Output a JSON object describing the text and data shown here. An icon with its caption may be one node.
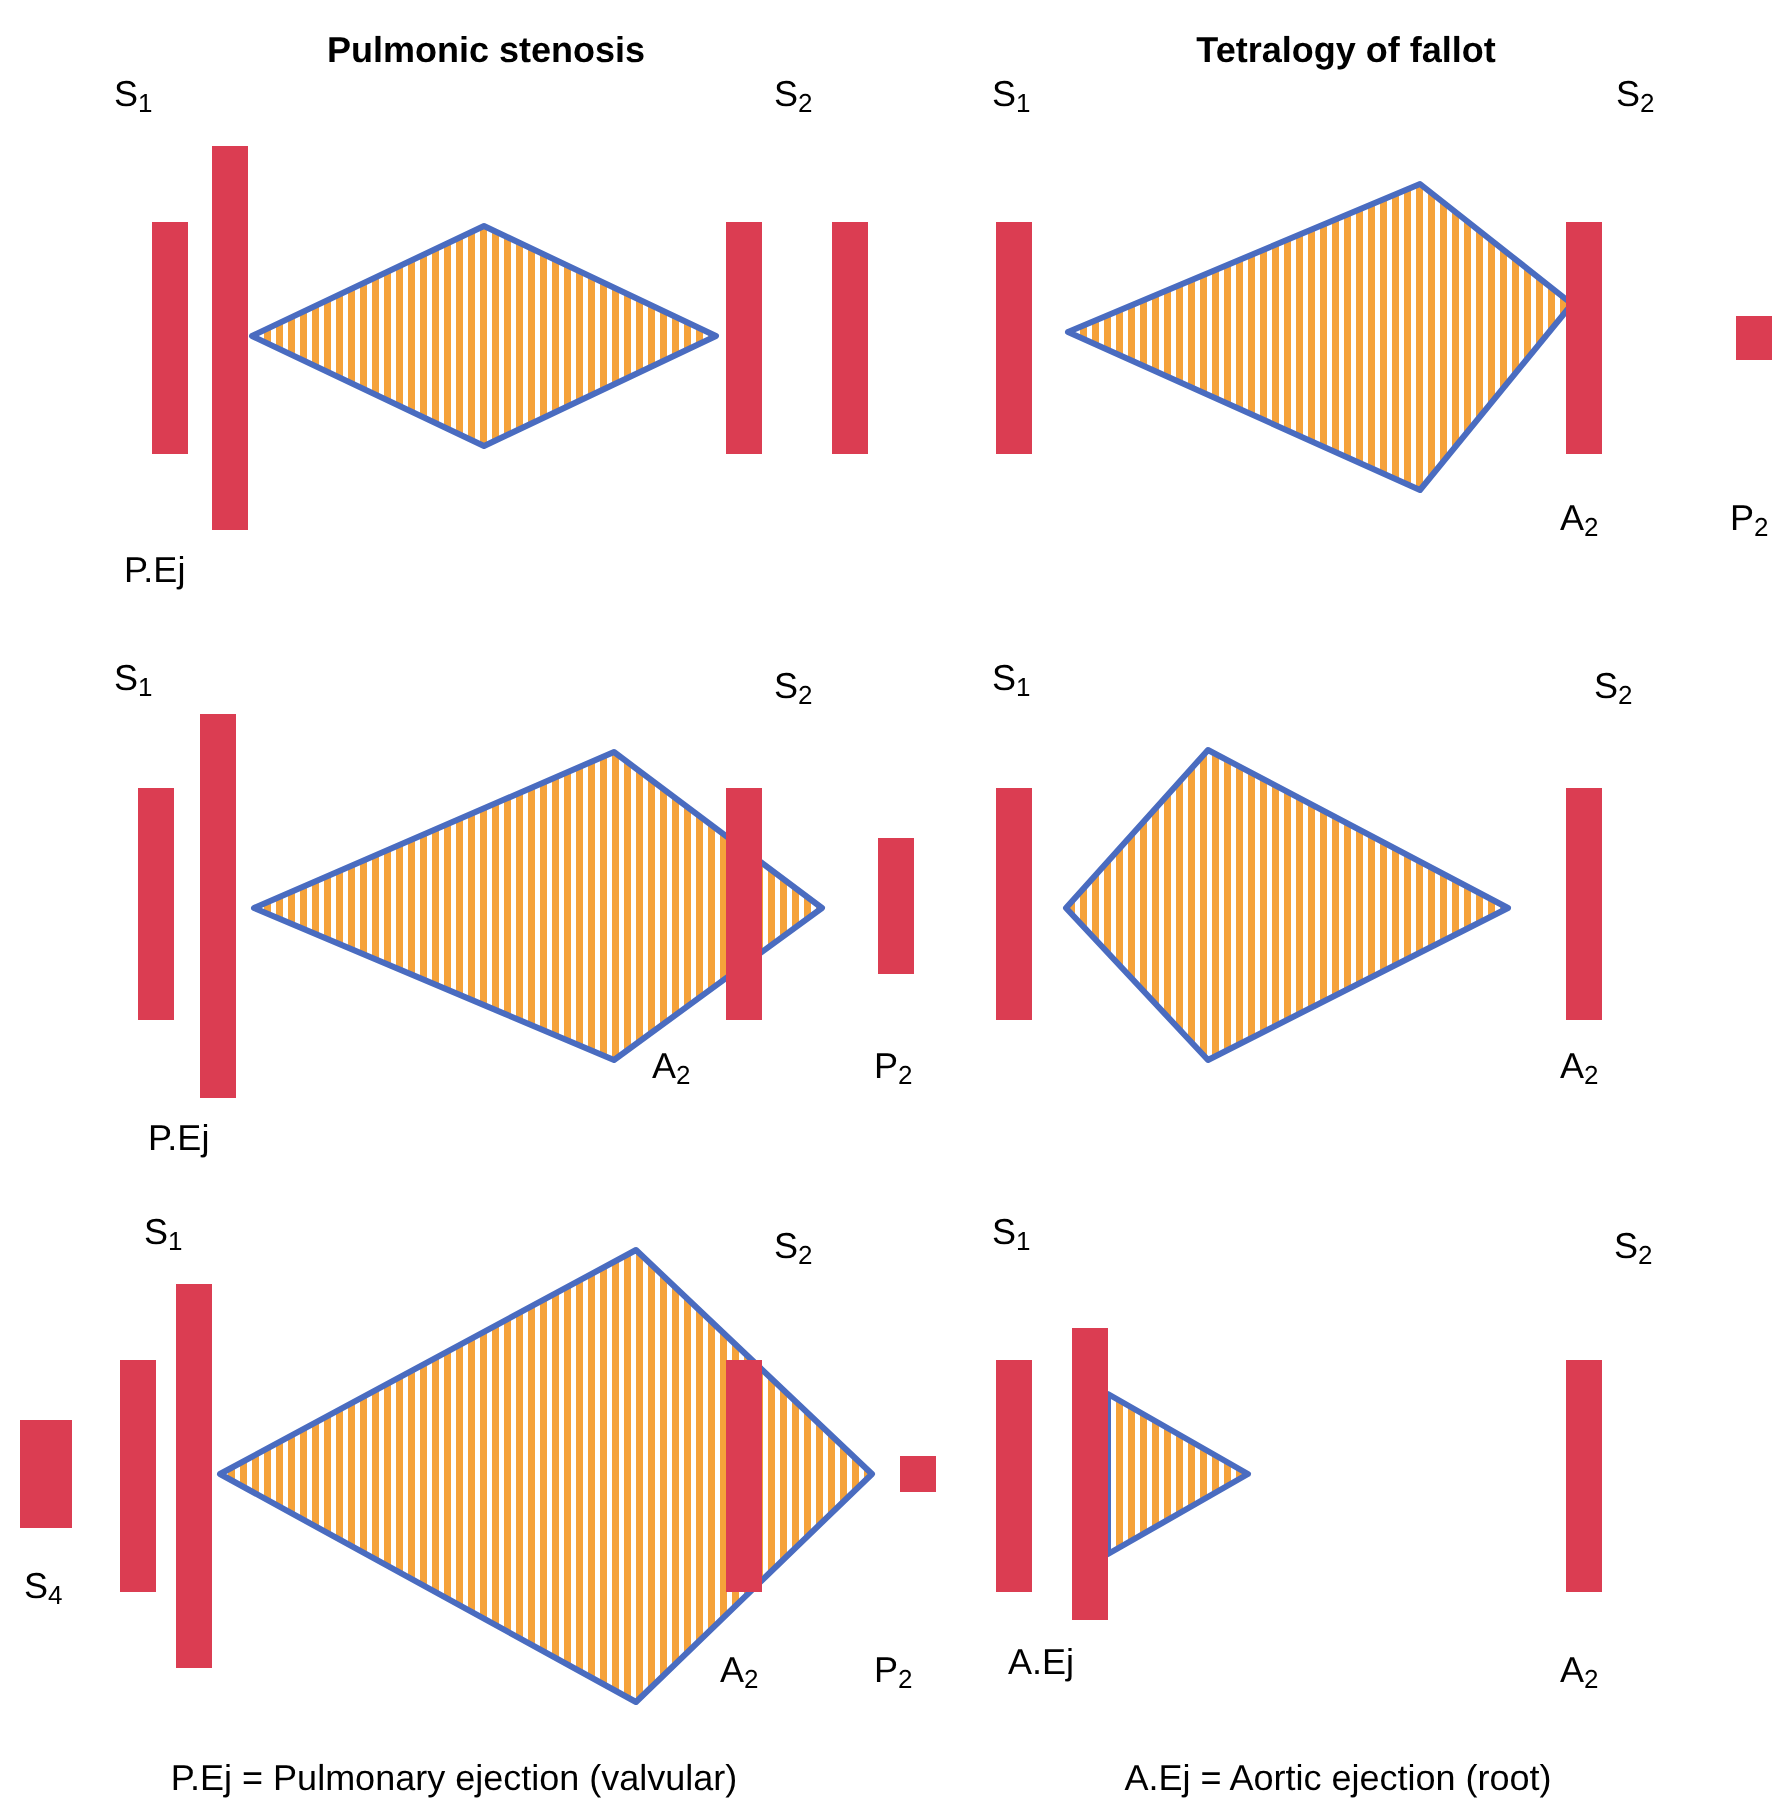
{
  "diagram": {
    "labels": [
      "Pulmonic stenosis",
      "Tetralogy of fallot",
      "S$_{1}$",
      "S$_{2}$",
      "S$_{1}$",
      "S$_{2}$",
      "A$_{2}$",
      "P$_{2}$",
      "P.Ej",
      "S$_{1}$",
      "S$_{2}$",
      "S$_{1}$",
      "S$_{2}$",
      "A$_{2}$",
      "P$_{2}$",
      "A$_{2}$",
      "P.Ej",
      "S$_{1}$",
      "S$_{2}$",
      "S$_{1}$",
      "S$_{2}$",
      "S$_{4}$",
      "A$_{2}$",
      "P$_{2}$",
      "A.Ej",
      "A$_{2}$",
      "P.Ej = Pulmonary ejection (valvular)",
      "A.Ej = Aortic ejection (root)"
    ]
  }
}
